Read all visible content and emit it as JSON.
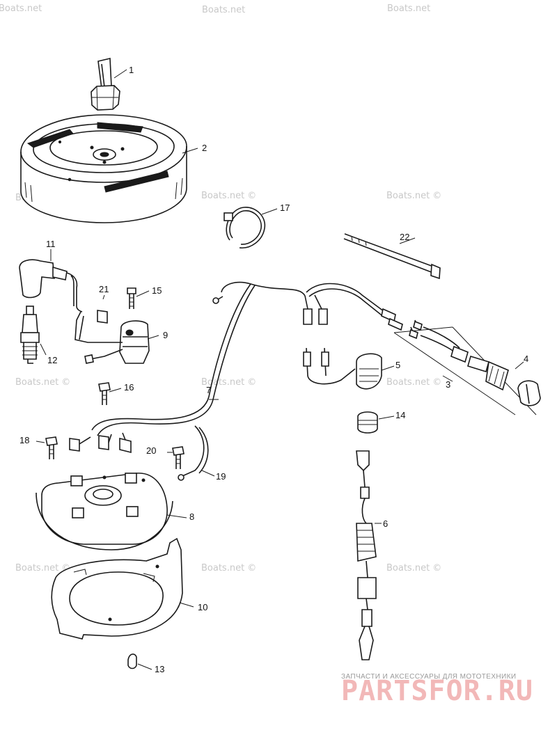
{
  "callouts": [
    "1",
    "2",
    "3",
    "4",
    "5",
    "6",
    "7",
    "8",
    "9",
    "10",
    "11",
    "12",
    "13",
    "14",
    "15",
    "16",
    "17",
    "18",
    "19",
    "20",
    "21",
    "22"
  ],
  "watermark": "Boats.net ©",
  "watermark_short": "Boats.net",
  "brand": {
    "tagline": "ЗАПЧАСТИ И АКСЕССУАРЫ ДЛЯ МОТОТЕХНИКИ",
    "logo": "PARTSFOR.RU"
  },
  "colors": {
    "line": "#1a1a1a",
    "watermark": "#c8c8c8",
    "logo": "#f2b8b8"
  }
}
